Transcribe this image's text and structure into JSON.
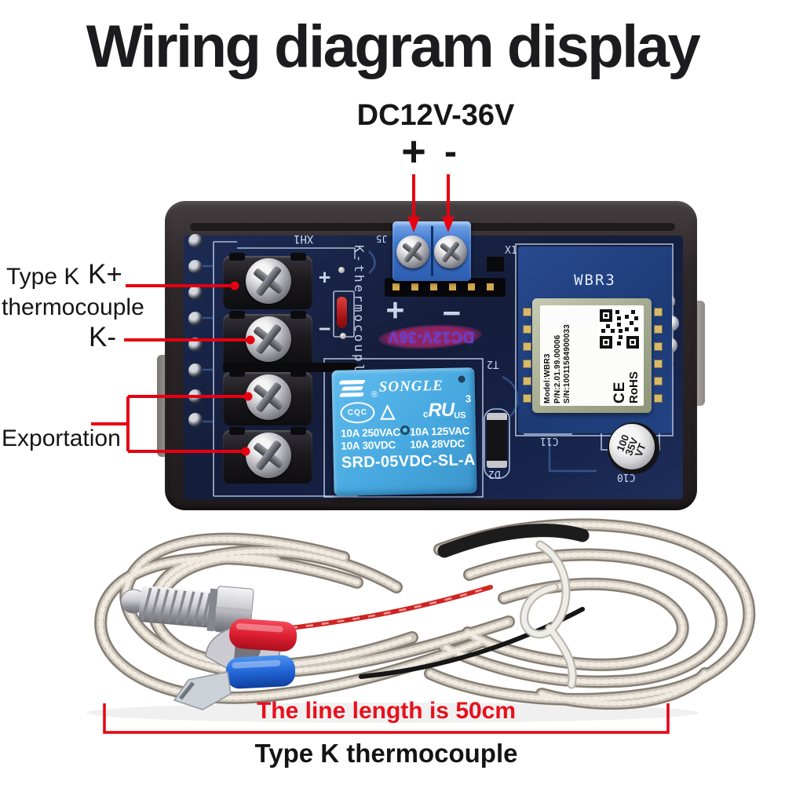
{
  "header": {
    "title": "Wiring diagram display"
  },
  "power": {
    "label": "DC12V-36V",
    "plus": "+",
    "minus": "-"
  },
  "left_labels": {
    "type_k": "Type K",
    "k_plus": "K+",
    "thermocouple": "thermocouple",
    "k_minus": "K-",
    "exportation": "Exportation"
  },
  "pcb": {
    "silkscreen": {
      "xh1": "XH1",
      "j5": "J5",
      "x1": "X1",
      "t2": "T2",
      "d2": "D2",
      "c11": "C11",
      "c10": "C10",
      "k_type_label": "K-thermocouple",
      "plus": "+",
      "minus": "−",
      "dc_rating": "DC12V-36V",
      "wbr3": "WBR3"
    },
    "relay": {
      "brand": "SONGLE",
      "reg": "®",
      "cqc": "CQC",
      "triangle": "△",
      "ul_c": "c",
      "ul_mark": "RU",
      "ul_num": "3",
      "ul_us": "US",
      "ratings": [
        "10A 250VAC",
        "10A 125VAC",
        "10A 30VDC",
        "10A 28VDC"
      ],
      "model": "SRD-05VDC-SL-A"
    },
    "wifi": {
      "name": "WBR3",
      "model": "Model:WBR3",
      "pn": "P/N:2.01.99.00006",
      "sn": "S/N:10011584900033",
      "ce": "CE",
      "rohs": "RoHS"
    },
    "cap": {
      "l1": "100",
      "l2": "35V",
      "l3": "VT"
    }
  },
  "footer": {
    "length_note": "The line length is 50cm",
    "caption": "Type K thermocouple"
  },
  "colors": {
    "annotation_red": "#e60010",
    "note_red": "#e8101c",
    "relay_blue": "#4fb0e6",
    "terminal_blue": "#3c78d2",
    "pcb_navy": "#16213e"
  }
}
